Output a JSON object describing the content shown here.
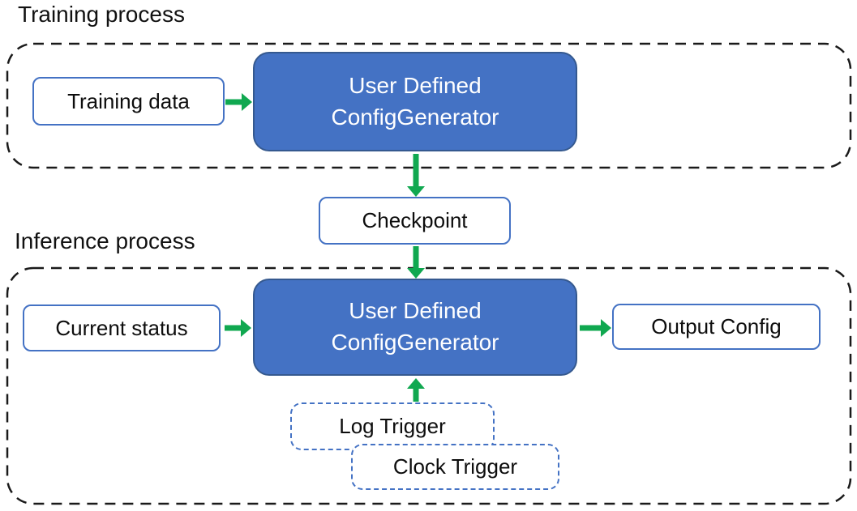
{
  "titles": {
    "training": "Training process",
    "inference": "Inference process"
  },
  "generator": {
    "line1": "User Defined",
    "line2": "ConfigGenerator"
  },
  "nodes": {
    "training_data": "Training data",
    "checkpoint": "Checkpoint",
    "current_status": "Current status",
    "output_config": "Output Config",
    "log_trigger": "Log Trigger",
    "clock_trigger": "Clock Trigger"
  },
  "edges": [
    {
      "from": "training_data",
      "to": "generator_training"
    },
    {
      "from": "generator_training",
      "to": "checkpoint"
    },
    {
      "from": "checkpoint",
      "to": "generator_inference"
    },
    {
      "from": "current_status",
      "to": "generator_inference"
    },
    {
      "from": "generator_inference",
      "to": "output_config"
    },
    {
      "from": "log_trigger",
      "to": "generator_inference"
    }
  ],
  "colors": {
    "generator_fill": "#4472c4",
    "generator_border": "#35598f",
    "node_border_blue": "#4472c4",
    "arrow_green": "#10a850",
    "container_dash_black": "#1a1a1a",
    "text_dark": "#0d0d0d",
    "text_light": "#ffffff",
    "background": "#ffffff"
  }
}
